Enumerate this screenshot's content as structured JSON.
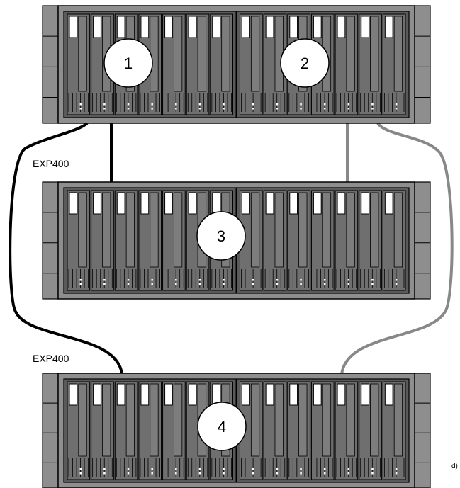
{
  "labels": {
    "enclosure_3": "EXP400",
    "enclosure_4": "EXP400",
    "edge_fragment": "d)"
  },
  "callouts": [
    "1",
    "2",
    "3",
    "4"
  ],
  "enclosures": [
    {
      "id": "controller",
      "callouts": [
        "1",
        "2"
      ]
    },
    {
      "id": "exp400-middle",
      "callouts": [
        "3"
      ]
    },
    {
      "id": "exp400-bottom",
      "callouts": [
        "4"
      ]
    }
  ],
  "cables": [
    {
      "id": "cable-outer-left",
      "color": "#000000",
      "from": "controller",
      "to": "exp400-bottom"
    },
    {
      "id": "cable-inner-left",
      "color": "#000000",
      "from": "controller",
      "to": "exp400-middle"
    },
    {
      "id": "cable-inner-right",
      "color": "#888888",
      "from": "controller",
      "to": "exp400-middle"
    },
    {
      "id": "cable-outer-right",
      "color": "#888888",
      "from": "controller",
      "to": "exp400-bottom"
    }
  ],
  "drive_bays_per_enclosure": 14,
  "colors": {
    "chassis": "#8e8e8e",
    "chassis_dark": "#5a5a5a",
    "bay": "#6f6f6f",
    "outline": "#000000",
    "callout_fill": "#ffffff"
  }
}
